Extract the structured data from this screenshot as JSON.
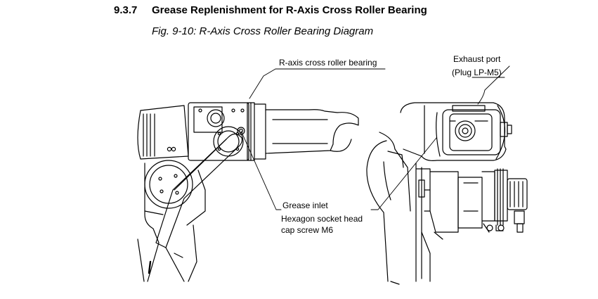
{
  "section": {
    "number": "9.3.7",
    "title": "Grease Replenishment for R-Axis Cross Roller Bearing"
  },
  "figure": {
    "caption": "Fig. 9-10: R-Axis Cross Roller Bearing Diagram"
  },
  "callouts": {
    "bearing": "R-axis cross roller bearing",
    "exhaust_port": "Exhaust port",
    "exhaust_plug": "(Plug LP-M5)",
    "grease_inlet": "Grease inlet",
    "screw_line1": "Hexagon socket head",
    "screw_line2": "cap screw M6"
  }
}
